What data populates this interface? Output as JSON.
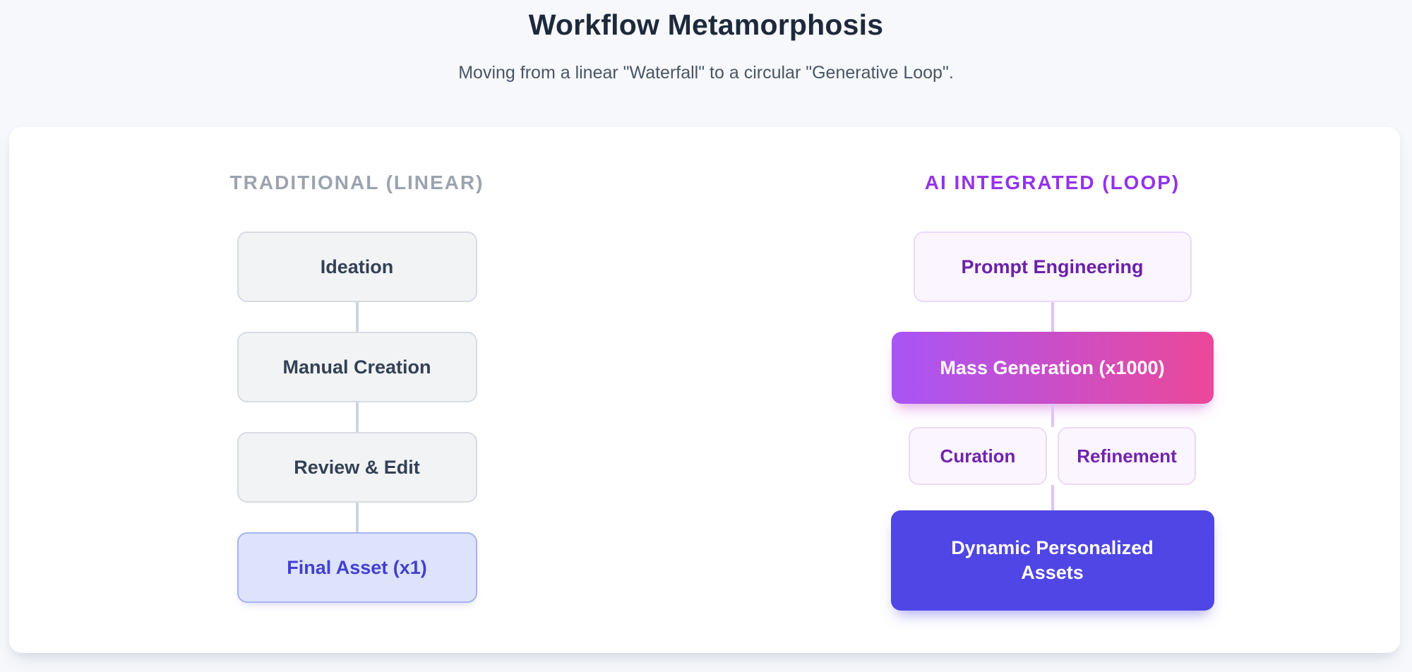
{
  "page": {
    "title": "Workflow Metamorphosis",
    "subtitle": "Moving from a linear \"Waterfall\" to a circular \"Generative Loop\"."
  },
  "traditional": {
    "header": "TRADITIONAL (LINEAR)",
    "steps": [
      "Ideation",
      "Manual Creation",
      "Review & Edit",
      "Final Asset (x1)"
    ]
  },
  "ai": {
    "header": "AI INTEGRATED (LOOP)",
    "prompt": "Prompt Engineering",
    "mass": "Mass Generation (x1000)",
    "curation": "Curation",
    "refinement": "Refinement",
    "dynamic": "Dynamic Personalized Assets"
  },
  "colors": {
    "ai_header_purple": "#9333ea",
    "gradient_from": "#a855f7",
    "gradient_to": "#ec4899",
    "dynamic_indigo": "#4f46e5",
    "final_asset_indigo": "#4340cf",
    "left_connector": "#cbd5e1",
    "right_connector": "#ddc4fa"
  }
}
